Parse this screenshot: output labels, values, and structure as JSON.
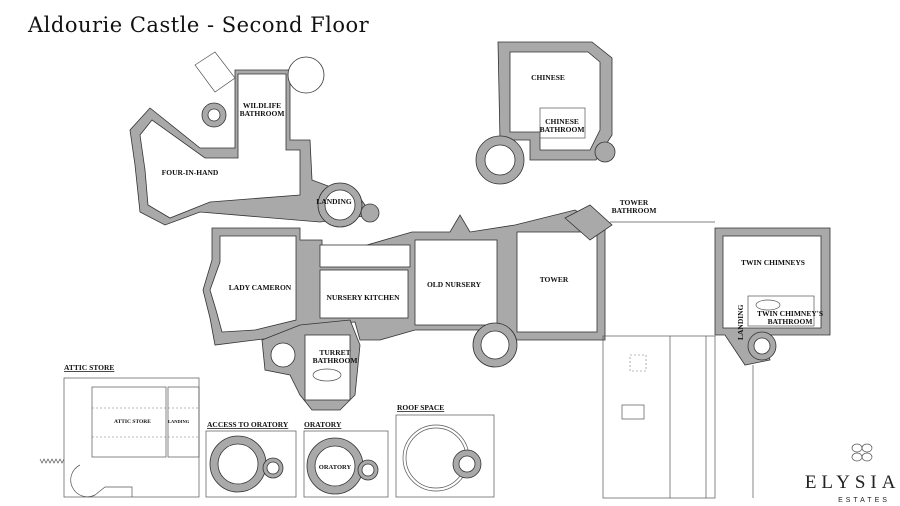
{
  "title": "Aldourie Castle - Second Floor",
  "rooms": {
    "wildlife_bathroom": [
      "WILDLIFE",
      "BATHROOM"
    ],
    "four_in_hand": "FOUR-IN-HAND",
    "landing_main": "LANDING",
    "chinese": "CHINESE",
    "chinese_bathroom": [
      "CHINESE",
      "BATHROOM"
    ],
    "tower_bathroom": [
      "TOWER",
      "BATHROOM"
    ],
    "lady_cameron": "LADY CAMERON",
    "nursery_kitchen": "NURSERY KITCHEN",
    "old_nursery": "OLD NURSERY",
    "tower": "TOWER",
    "twin_chimneys": "TWIN CHIMNEYS",
    "twin_chimneys_bathroom": [
      "TWIN CHIMNEY'S",
      "BATHROOM"
    ],
    "landing_east": "LANDING",
    "turret_bathroom": [
      "TURRET",
      "BATHROOM"
    ]
  },
  "insets": {
    "attic_store_heading": "ATTIC STORE",
    "attic_store_room": "ATTIC STORE",
    "attic_landing": "LANDING",
    "access_to_oratory": "ACCESS TO ORATORY",
    "oratory_heading": "ORATORY",
    "oratory_room": "ORATORY",
    "roof_space": "ROOF SPACE"
  },
  "brand": {
    "name": "ELYSIAN",
    "tagline": "ESTATES"
  },
  "colors": {
    "wall": "#a9a9a9",
    "line": "#333333"
  }
}
